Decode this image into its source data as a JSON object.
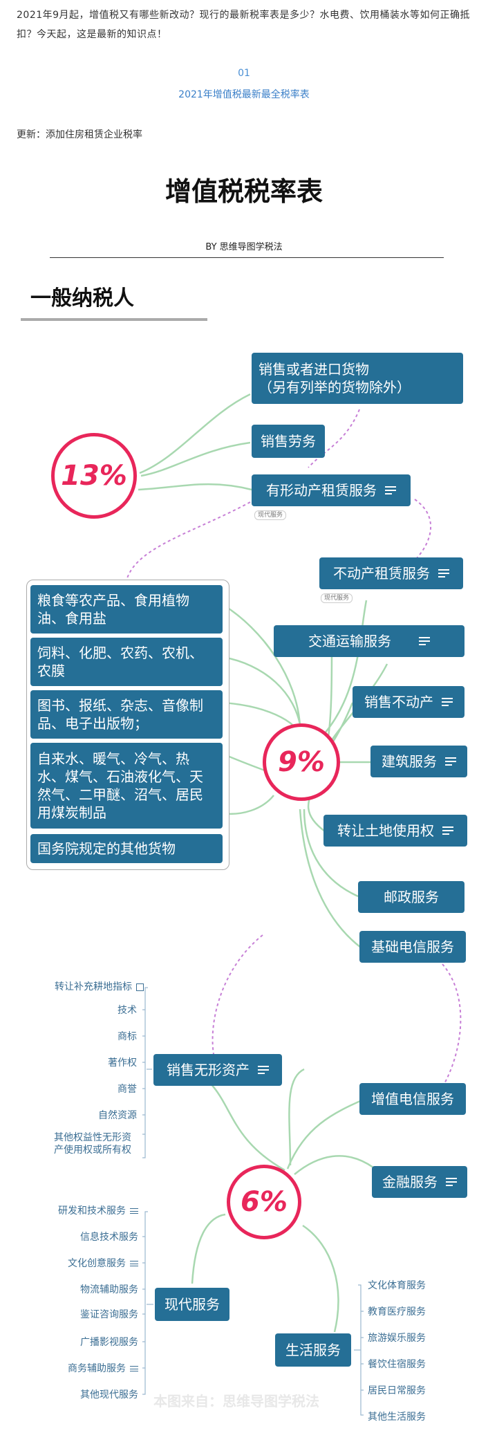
{
  "intro": "2021年9月起，增值税又有哪些新改动？现行的最新税率表是多少？水电费、饮用桶装水等如何正确抵扣？今天起，这是最新的知识点！",
  "section": {
    "number": "01",
    "title": "2021年增值税最新最全税率表"
  },
  "update_note": "更新：添加住房租赁企业税率",
  "mindmap": {
    "title": "增值税税率表",
    "byline": "BY 思维导图学税法",
    "heading": "一般纳税人",
    "rates": {
      "r13": "13%",
      "r9": "9%",
      "r6": "6%"
    },
    "n13": {
      "goods_line1": "销售或者进口货物",
      "goods_line2": "（另有列举的货物除外）",
      "labor": "销售劳务",
      "tangible_lease": "有形动产租赁服务",
      "tangible_tag": "现代服务"
    },
    "n9": {
      "realestate_lease": "不动产租赁服务",
      "realestate_tag": "现代服务",
      "transport": "交通运输服务",
      "sell_realestate": "销售不动产",
      "construction": "建筑服务",
      "land_use": "转让土地使用权",
      "postal": "邮政服务",
      "basic_telecom": "基础电信服务",
      "goods": [
        "粮食等农产品、食用植物油、食用盐",
        "饲料、化肥、农药、农机、农膜",
        "图书、报纸、杂志、音像制品、电子出版物；",
        "自来水、暖气、冷气、热水、煤气、石油液化气、天然气、二甲醚、沼气、居民用煤炭制品",
        "国务院规定的其他货物"
      ]
    },
    "n6": {
      "intangible": "销售无形资产",
      "intangible_items": [
        "转让补充耕地指标",
        "技术",
        "商标",
        "著作权",
        "商誉",
        "自然资源",
        "其他权益性无形资产使用权或所有权"
      ],
      "value_added_telecom": "增值电信服务",
      "financial": "金融服务",
      "modern": "现代服务",
      "modern_items": [
        "研发和技术服务",
        "信息技术服务",
        "文化创意服务",
        "物流辅助服务",
        "鉴证咨询服务",
        "广播影视服务",
        "商务辅助服务",
        "其他现代服务"
      ],
      "life": "生活服务",
      "life_items": [
        "文化体育服务",
        "教育医疗服务",
        "旅游娱乐服务",
        "餐饮住宿服务",
        "居民日常服务",
        "其他生活服务"
      ]
    },
    "watermark": "本图来自：思维导图学税法"
  },
  "colors": {
    "node": "#256f96",
    "rate": "#e8265a",
    "link": "#a8d8b0",
    "dashed": "#c77fd6",
    "leaf_text": "#3b6e93"
  },
  "icons": {
    "menu": "menu-lines-icon",
    "external": "external-link-icon"
  }
}
